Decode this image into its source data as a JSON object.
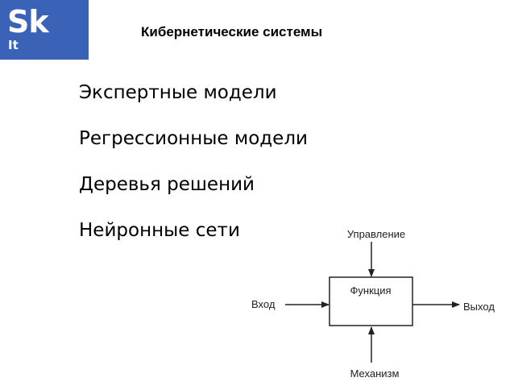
{
  "logo": {
    "mark": "Sk",
    "sub": "It"
  },
  "title": "Кибернетические системы",
  "items": [
    "Экспертные модели",
    "Регрессионные модели",
    "Деревья решений",
    "Нейронные сети"
  ],
  "diagram": {
    "block_label": "Функция",
    "top_label": "Управление",
    "left_label": "Вход",
    "right_label": "Выход",
    "bottom_label": "Механизм"
  }
}
